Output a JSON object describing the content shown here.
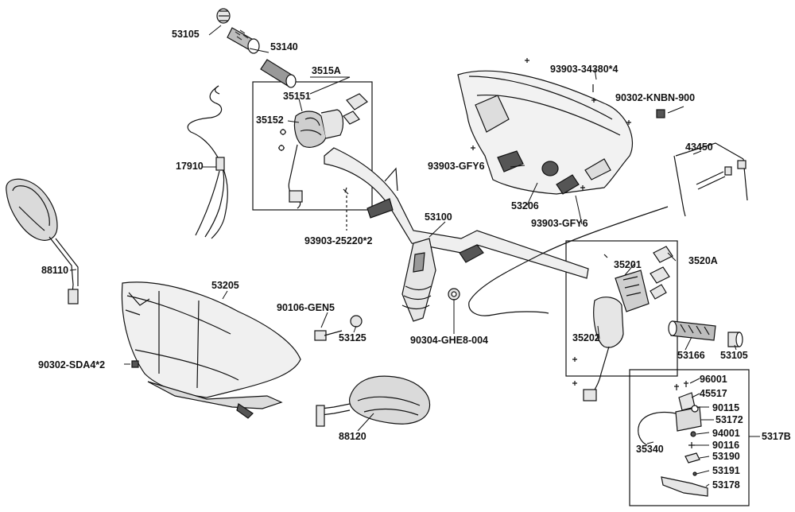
{
  "labels": {
    "p53105_top": "53105",
    "p53140": "53140",
    "p3515A": "3515A",
    "p35151": "35151",
    "p35152": "35152",
    "p17910": "17910",
    "p93903_25220": "93903-25220*2",
    "p93903_34380": "93903-34380*4",
    "p90302_KNBN": "90302-KNBN-900",
    "p93903_GFY6_a": "93903-GFY6",
    "p53206": "53206",
    "p93903_GFY6_b": "93903-GFY6",
    "p43450": "43450",
    "p53100": "53100",
    "p88110": "88110",
    "p53205": "53205",
    "p90106_GEN5": "90106-GEN5",
    "p53125": "53125",
    "p90304_GHE8": "90304-GHE8-004",
    "p90302_SDA4": "90302-SDA4*2",
    "p88120": "88120",
    "p35201": "35201",
    "p3520A": "3520A",
    "p35202": "35202",
    "p53166": "53166",
    "p53105_right": "53105",
    "p96001": "96001",
    "p45517": "45517",
    "p90115": "90115",
    "p53172": "53172",
    "p94001": "94001",
    "p90116": "90116",
    "p53190": "53190",
    "p53191": "53191",
    "p53178": "53178",
    "p35340": "35340",
    "p5317B": "5317B"
  },
  "colors": {
    "ink": "#111111",
    "part_fill": "#e6e6e6",
    "part_dark": "#555555",
    "background": "#ffffff"
  }
}
